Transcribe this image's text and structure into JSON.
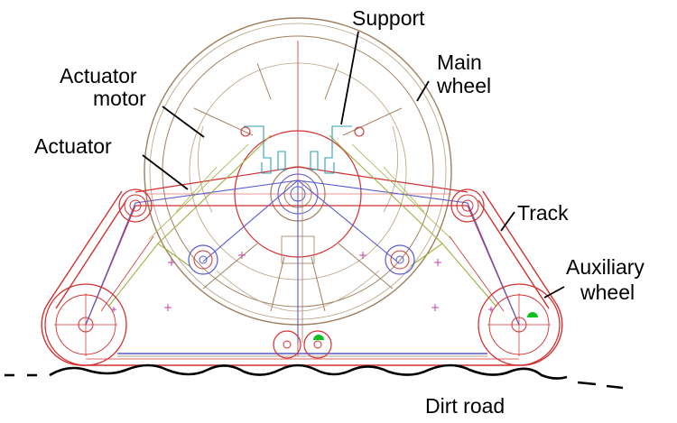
{
  "labels": {
    "support": "Support",
    "main_wheel_line1": "Main",
    "main_wheel_line2": "wheel",
    "actuator_motor_line1": "Actuator",
    "actuator_motor_line2": "motor",
    "actuator": "Actuator",
    "track": "Track",
    "auxiliary_wheel_line1": "Auxiliary",
    "auxiliary_wheel_line2": "wheel",
    "dirt_road": "Dirt road"
  },
  "colors": {
    "frame_red": "#d23030",
    "main_wheel_brown": "#a08060",
    "linkage_blue": "#5a5ad0",
    "linkage_olive": "#a0b040",
    "support_teal": "#30a0b0",
    "marker_magenta": "#c040a0",
    "sensor_green": "#10c020",
    "ground_black": "#000000"
  }
}
